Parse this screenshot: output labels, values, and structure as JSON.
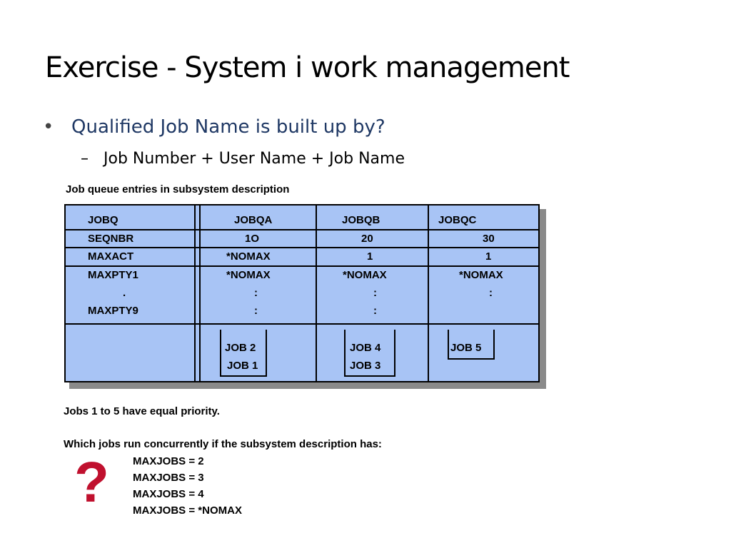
{
  "slide": {
    "title": "Exercise - System i work management",
    "bullet_symbol": "•",
    "bullet": "Qualified Job Name is built up by?",
    "sub_dash": "–",
    "sub_bullet": "Job Number + User Name + Job Name",
    "caption": "Job queue entries in subsystem description"
  },
  "table": {
    "row_labels": [
      "JOBQ",
      "SEQNBR",
      "MAXACT",
      "MAXPTY1",
      ".",
      "MAXPTY9"
    ],
    "columns": [
      {
        "jobq": "JOBQA",
        "seqnbr": "1O",
        "maxact": "*NOMAX",
        "maxpty1": "*NOMAX",
        "dots1": ":",
        "dots2": ":",
        "jobs": [
          "JOB 2",
          "JOB 1"
        ]
      },
      {
        "jobq": "JOBQB",
        "seqnbr": "20",
        "maxact": "1",
        "maxpty1": "*NOMAX",
        "dots1": ":",
        "dots2": ":",
        "jobs": [
          "JOB 4",
          "JOB 3"
        ]
      },
      {
        "jobq": "JOBQC",
        "seqnbr": "30",
        "maxact": "1",
        "maxpty1": "*NOMAX",
        "dots1": ":",
        "dots2": "",
        "jobs": [
          "JOB 5"
        ]
      }
    ]
  },
  "notes": {
    "equal_priority": "Jobs 1 to 5 have equal priority.",
    "question": "Which jobs run concurrently if the subsystem description has:",
    "options": [
      "MAXJOBS = 2",
      "MAXJOBS = 3",
      "MAXJOBS = 4",
      "MAXJOBS = *NOMAX"
    ],
    "question_mark": "?"
  },
  "colors": {
    "box_fill": "#a8c4f5",
    "bullet_text": "#1f3864",
    "question_mark": "#c0102e"
  }
}
